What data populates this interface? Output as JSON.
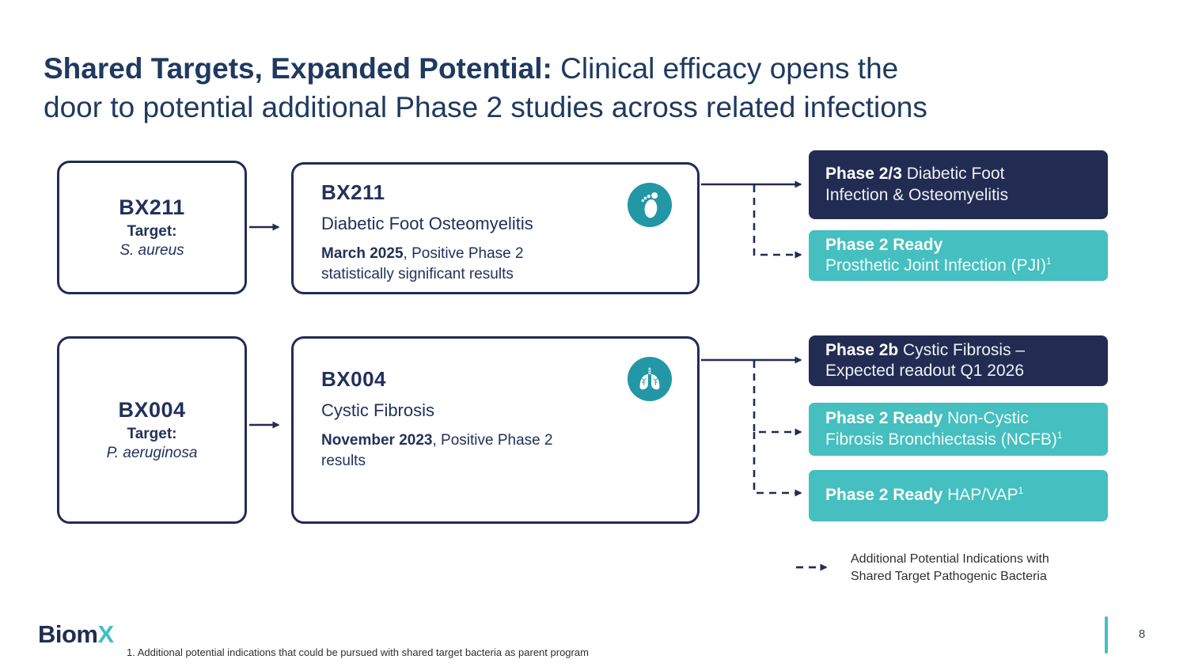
{
  "title": {
    "bold": "Shared Targets, Expanded Potential:",
    "line1_rest": " Clinical efficacy opens the",
    "line2": "door to potential additional Phase 2 studies across related infections"
  },
  "colors": {
    "navy": "#222C53",
    "title_navy": "#1F3A60",
    "teal": "#45BFBF",
    "icon_teal": "#2397A5"
  },
  "programs": [
    {
      "target": {
        "name": "BX211",
        "label": "Target:",
        "species": "S. aureus"
      },
      "study": {
        "name": "BX211",
        "indication": "Diabetic Foot Osteomyelitis",
        "result_bold": "March 2025",
        "result_rest": ", Positive Phase 2",
        "result_line2": "statistically significant results",
        "icon": "footprint-icon"
      },
      "outcomes": [
        {
          "style": "dark",
          "bold": "Phase 2/3",
          "after_bold": " Diabetic Foot",
          "line2": "Infection & Osteomyelitis",
          "sup": ""
        },
        {
          "style": "teal",
          "bold": "Phase 2 Ready",
          "after_bold": "",
          "line2": "Prosthetic Joint Infection (PJI)",
          "sup": "1"
        }
      ]
    },
    {
      "target": {
        "name": "BX004",
        "label": "Target:",
        "species": "P. aeruginosa"
      },
      "study": {
        "name": "BX004",
        "indication": "Cystic Fibrosis",
        "result_bold": "November 2023",
        "result_rest": ", Positive Phase 2",
        "result_line2": "results",
        "icon": "lungs-icon"
      },
      "outcomes": [
        {
          "style": "dark",
          "bold": "Phase 2b",
          "after_bold": " Cystic Fibrosis –",
          "line2": "Expected readout Q1 2026",
          "sup": ""
        },
        {
          "style": "teal",
          "bold": "Phase 2 Ready",
          "after_bold": " Non-Cystic",
          "line2": "Fibrosis Bronchiectasis (NCFB)",
          "sup": "1"
        },
        {
          "style": "teal",
          "bold": "Phase 2 Ready",
          "after_bold": " HAP/VAP",
          "line2": "",
          "sup": "1"
        }
      ]
    }
  ],
  "legend": {
    "line1": "Additional Potential Indications with",
    "line2": "Shared Target Pathogenic Bacteria"
  },
  "footer": {
    "logo_biom": "Biom",
    "logo_x": "X",
    "footnote": "1. Additional potential indications that could be pursued with shared target bacteria as parent program",
    "page_number": "8"
  }
}
